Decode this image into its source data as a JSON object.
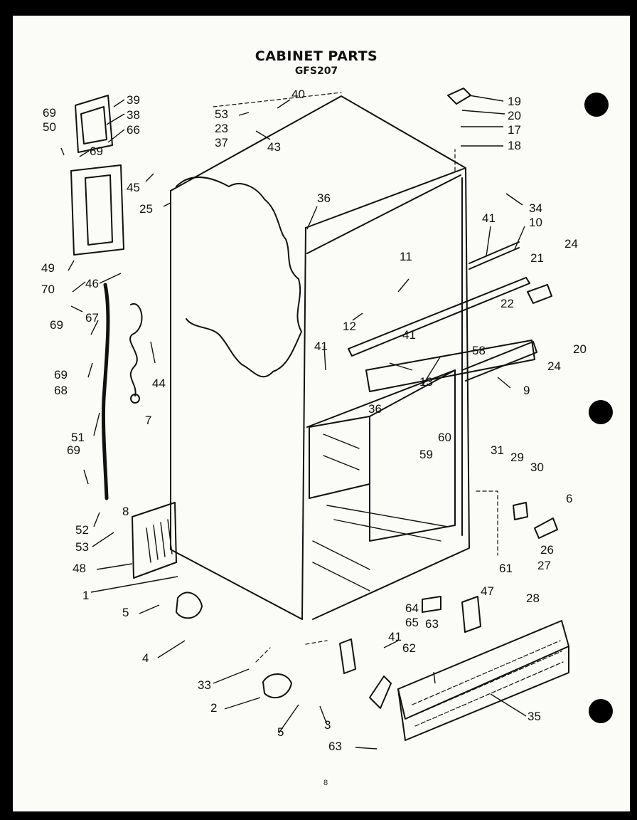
{
  "title": "CABINET PARTS",
  "model": "GFS207",
  "page_number": "8",
  "callouts": [
    "69",
    "50",
    "39",
    "38",
    "66",
    "69",
    "49",
    "70",
    "45",
    "25",
    "46",
    "69",
    "67",
    "69",
    "68",
    "44",
    "51",
    "69",
    "7",
    "52",
    "53",
    "48",
    "8",
    "1",
    "5",
    "4",
    "33",
    "2",
    "5",
    "3",
    "63",
    "53",
    "23",
    "37",
    "40",
    "43",
    "36",
    "19",
    "20",
    "17",
    "18",
    "34",
    "10",
    "41",
    "11",
    "21",
    "24",
    "12",
    "22",
    "20",
    "41",
    "41",
    "58",
    "24",
    "13",
    "9",
    "36",
    "60",
    "59",
    "31",
    "29",
    "30",
    "6",
    "26",
    "27",
    "28",
    "61",
    "64",
    "65",
    "41",
    "47",
    "63",
    "62",
    "35"
  ]
}
